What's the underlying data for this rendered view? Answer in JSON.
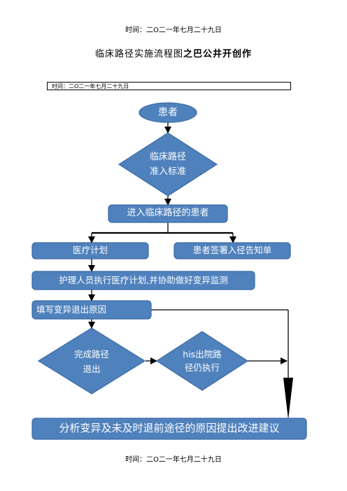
{
  "header": {
    "text": "时间：二O二一年七月二十九日"
  },
  "title": {
    "main": "临床路径实施流程图",
    "suffix": "之巴公井开创作"
  },
  "timebox": {
    "text": "时间：二O二一年七月二十九日"
  },
  "nodes": {
    "patient": "患者",
    "criteria_line1": "临床路径",
    "criteria_line2": "准入标准",
    "entered": "进入临床路径的患者",
    "plan": "医疗计划",
    "consent": "患者签署入径告知单",
    "nurse": "护理人员执行医疗计划,并协助做好变异监测",
    "variation": "填写变异退出原因",
    "complete_line1": "完成路径",
    "complete_line2": "退出",
    "his_line1": "his出院路",
    "his_line2": "径仍执行",
    "analysis": "分析变异及未及时退前途径的原因提出改进建议"
  },
  "footer": {
    "text": "时间：二O二一年七月二十九日"
  },
  "colors": {
    "node_fill": "#4f81bd",
    "node_stroke": "#3a6aa5",
    "line": "#000000"
  }
}
